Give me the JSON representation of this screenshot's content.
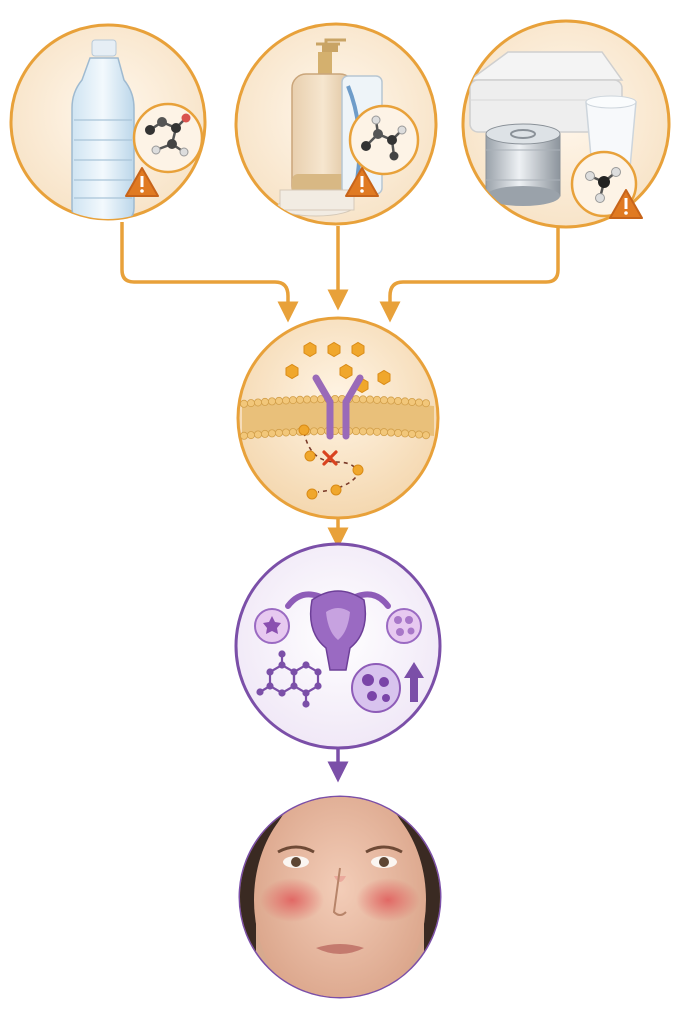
{
  "colors": {
    "orange": "#e8a13a",
    "orange_dark": "#d9801d",
    "purple": "#7b4fa8",
    "purple_light": "#b592d4",
    "warning": "#e07a22",
    "skin": "#e9b9a0",
    "blush": "#e06a6a"
  },
  "nodes": [
    {
      "id": "water-bottle-source",
      "icon": "plastic-bottle-icon",
      "warning": true
    },
    {
      "id": "cosmetics-source",
      "icon": "cosmetic-bottles-icon",
      "warning": true
    },
    {
      "id": "food-packaging-source",
      "icon": "food-containers-icon",
      "warning": true
    },
    {
      "id": "cell-membrane-receptor",
      "icon": "receptor-membrane-icon"
    },
    {
      "id": "reproductive-hormone-effect",
      "icon": "uterus-ovaries-icon",
      "trend": "increase"
    },
    {
      "id": "facial-rash-outcome",
      "icon": "face-malar-rash-icon"
    }
  ]
}
